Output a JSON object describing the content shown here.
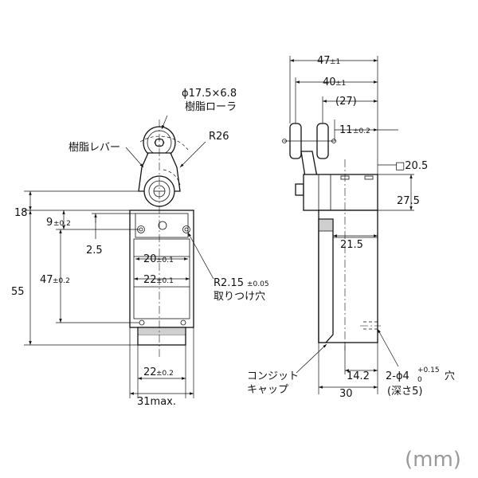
{
  "units": "(mm)",
  "front_view": {
    "roller_dim": "ϕ17.5×6.8",
    "roller_label": "樹脂ローラ",
    "lever_label": "樹脂レバー",
    "radius_label": "R26",
    "dim_18": "18",
    "dim_9": "9",
    "dim_9_tol": "±0.2",
    "dim_2_5": "2.5",
    "dim_20": "20",
    "dim_20_tol": "±0.1",
    "dim_22_inner": "22",
    "dim_22_inner_tol": "±0.1",
    "dim_47": "47",
    "dim_47_tol": "±0.2",
    "dim_55": "55",
    "mount_radius": "R2.15",
    "mount_radius_tol": "±0.05",
    "mount_hole_label": "取りつけ穴",
    "dim_22_bottom": "22",
    "dim_22_bottom_tol": "±0.2",
    "dim_31": "31max."
  },
  "side_view": {
    "dim_47": "47",
    "dim_47_tol": "±1",
    "dim_40": "40",
    "dim_40_tol": "±1",
    "dim_27": "(27)",
    "dim_11": "11",
    "dim_11_tol": "±0.2",
    "dim_square": "□20.5",
    "dim_27_5": "27.5",
    "dim_21_5": "21.5",
    "conduit_label_1": "コンジット",
    "conduit_label_2": "キャップ",
    "dim_30": "30",
    "dim_14_2": "14.2",
    "hole_label": "2-ϕ4",
    "hole_tol_upper": "+0.15",
    "hole_tol_lower": "0",
    "hole_suffix": "穴",
    "hole_depth": "(深さ5)"
  }
}
